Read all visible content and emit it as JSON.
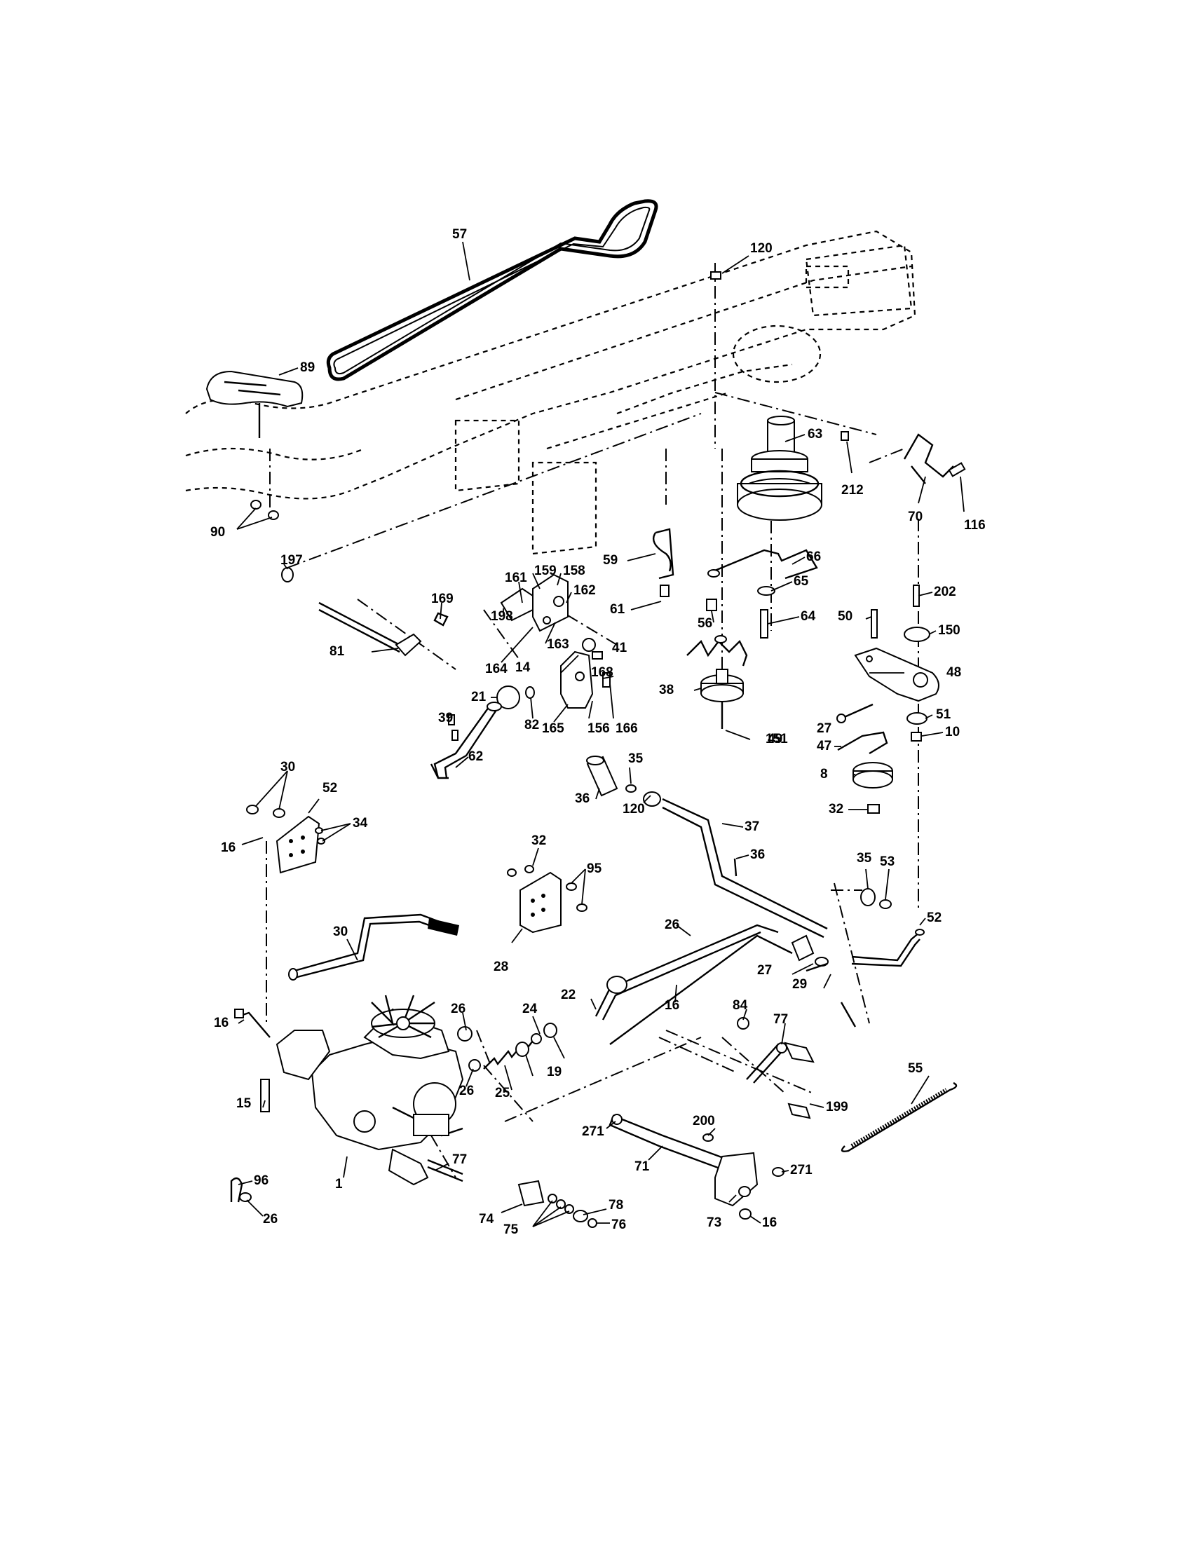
{
  "callouts": [
    "57",
    "120",
    "89",
    "63",
    "212",
    "70",
    "116",
    "90",
    "197",
    "161",
    "159",
    "158",
    "59",
    "66",
    "169",
    "198",
    "162",
    "65",
    "202",
    "61",
    "56",
    "64",
    "50",
    "150",
    "81",
    "164",
    "14",
    "163",
    "168",
    "41",
    "48",
    "21",
    "82",
    "165",
    "156",
    "166",
    "38",
    "27",
    "151",
    "51",
    "10",
    "39",
    "49",
    "47",
    "8",
    "62",
    "35",
    "36",
    "120",
    "32",
    "30",
    "52",
    "34",
    "16",
    "37",
    "36",
    "35",
    "53",
    "52",
    "32",
    "95",
    "30",
    "28",
    "26",
    "27",
    "29",
    "22",
    "16",
    "84",
    "77",
    "16",
    "26",
    "24",
    "19",
    "15",
    "26",
    "25",
    "199",
    "55",
    "200",
    "271",
    "96",
    "77",
    "71",
    "271",
    "26",
    "1",
    "74",
    "78",
    "76",
    "75",
    "73",
    "16"
  ]
}
